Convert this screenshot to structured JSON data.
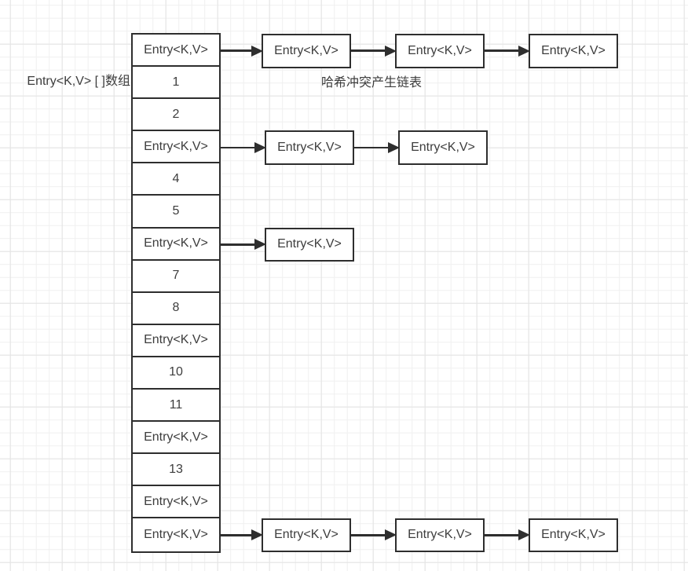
{
  "diagram": {
    "array_label": "Entry<K,V> [ ]数组",
    "chain_title": "哈希冲突产生链表",
    "array_cells": [
      "Entry<K,V>",
      "1",
      "2",
      "Entry<K,V>",
      "4",
      "5",
      "Entry<K,V>",
      "7",
      "8",
      "Entry<K,V>",
      "10",
      "11",
      "Entry<K,V>",
      "13",
      "Entry<K,V>",
      "Entry<K,V>"
    ],
    "chains": [
      {
        "row": 0,
        "nodes": [
          "Entry<K,V>",
          "Entry<K,V>",
          "Entry<K,V>"
        ]
      },
      {
        "row": 3,
        "nodes": [
          "Entry<K,V>",
          "Entry<K,V>"
        ]
      },
      {
        "row": 6,
        "nodes": [
          "Entry<K,V>"
        ]
      },
      {
        "row": 15,
        "nodes": [
          "Entry<K,V>",
          "Entry<K,V>",
          "Entry<K,V>"
        ]
      }
    ]
  },
  "colors": {
    "box_border": "#2e2e2e",
    "text": "#3d3d3d",
    "arrow": "#2e2e2e",
    "grid_minor": "#f0f0f0",
    "grid_major": "#e3e3e3",
    "background": "#ffffff"
  }
}
